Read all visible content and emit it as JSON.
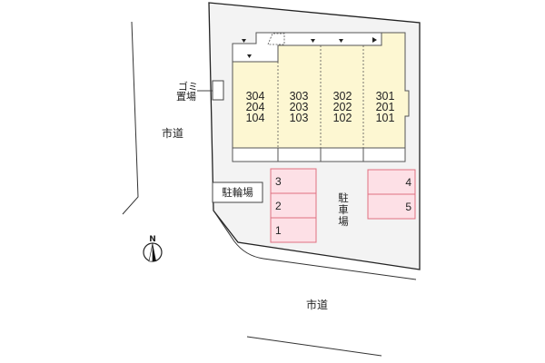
{
  "map": {
    "roads": {
      "west_label": "市道",
      "south_label": "市道"
    },
    "building": {
      "units": [
        {
          "column": 1,
          "rooms": [
            "304",
            "204",
            "104"
          ]
        },
        {
          "column": 2,
          "rooms": [
            "303",
            "203",
            "103"
          ]
        },
        {
          "column": 3,
          "rooms": [
            "302",
            "202",
            "102"
          ]
        },
        {
          "column": 4,
          "rooms": [
            "301",
            "201",
            "101"
          ]
        }
      ],
      "fill_color": "#fdf7d2"
    },
    "garbage_area": {
      "label_line1": "ゴミ",
      "label_line2": "置場"
    },
    "bicycle_parking": {
      "label": "駐輪場"
    },
    "parking": {
      "label_chars": [
        "駐",
        "車",
        "場"
      ],
      "spaces_left": [
        "3",
        "2",
        "1"
      ],
      "spaces_right": [
        "4",
        "5"
      ],
      "fill_color": "#fde0e6",
      "border_color": "#e07080"
    },
    "site_fill_color": "#f3f3f3",
    "compass": {
      "label": "N"
    }
  }
}
